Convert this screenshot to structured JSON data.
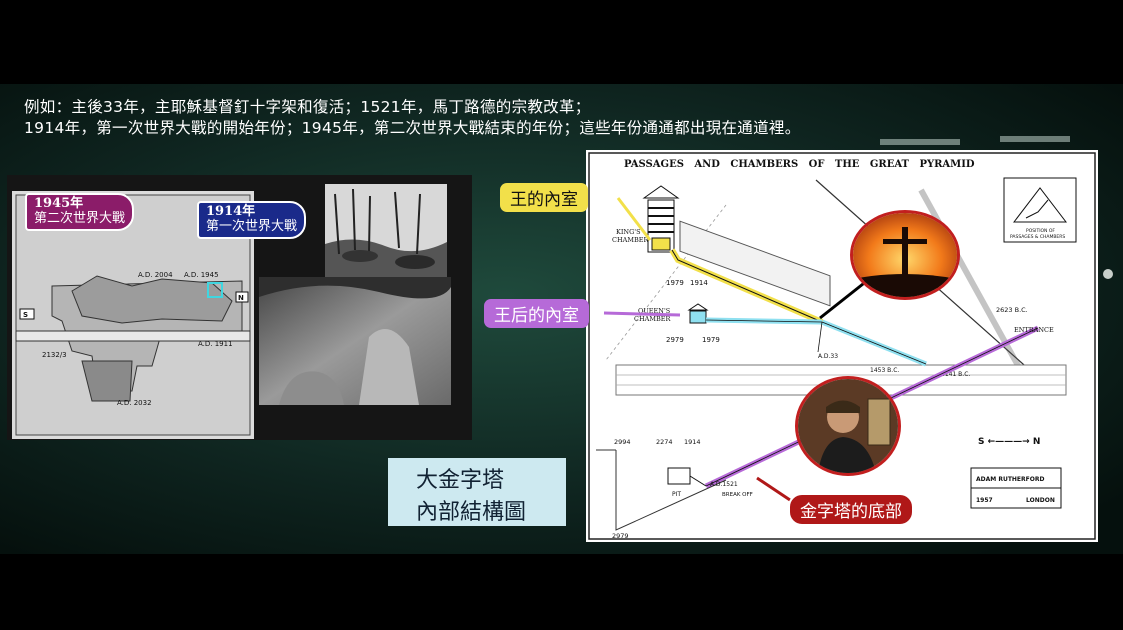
{
  "caption": {
    "line1": "例如：主後33年，主耶穌基督釘十字架和復活；1521年，馬丁路德的宗教改革；",
    "line2": "1914年，第一次世界大戰的開始年份；1945年，第二次世界大戰結束的年份；這些年份通通都出現在通道裡。"
  },
  "left_panel": {
    "tag_1945": {
      "year": "1945年",
      "war": "第二次世界大戰"
    },
    "tag_1914": {
      "year": "1914年",
      "war": "第一次世界大戰"
    },
    "labels": {
      "ad2004": "A.D. 2004",
      "ad1945": "A.D. 1945",
      "n": "N",
      "s": "S",
      "ad1911": "A.D. 1911",
      "y2132": "2132/3",
      "ad2032": "A.D. 2032"
    }
  },
  "diagram": {
    "title": "PASSAGES   AND   CHAMBERS   OF   THE   GREAT   PYRAMID",
    "kings_chamber_1": "KING'S",
    "kings_chamber_2": "CHAMBER",
    "queens_chamber_1": "QUEEN'S",
    "queens_chamber_2": "CHAMBER",
    "y1979a": "1979",
    "y1914a": "1914",
    "y2979": "2979",
    "y1979b": "1979",
    "ad33": "A.D.33",
    "y1453": "1453 B.C.",
    "y2141": "2141 B.C.",
    "y2623": "2623 B.C.",
    "entrance": "ENTRANCE",
    "y2994": "2994",
    "y2274": "2274",
    "y1914b": "1914",
    "ad1521": "A.D.1521",
    "pit": "PIT",
    "break_off": "BREAK OFF",
    "y2979b": "2979",
    "compass": "S ←———→ N",
    "author": "ADAM RUTHERFORD",
    "year": "1957",
    "place": "LONDON",
    "inset_1": "POSITION OF",
    "inset_2": "PASSAGES & CHAMBERS"
  },
  "callouts": {
    "king": "王的內室",
    "queen": "王后的內室",
    "base": "金字塔的底部"
  },
  "title_box": {
    "line1": "大金字塔",
    "line2": "內部結構圖"
  },
  "colors": {
    "tag_1945": "#8b1c69",
    "tag_1914": "#1a2a8a",
    "king_label": "#f2e04a",
    "queen_label": "#b66ad8",
    "base_label": "#b01818",
    "passage_purple": "#b76ad8",
    "passage_cyan": "#8fe0f0",
    "passage_yellow": "#f2e04a"
  }
}
